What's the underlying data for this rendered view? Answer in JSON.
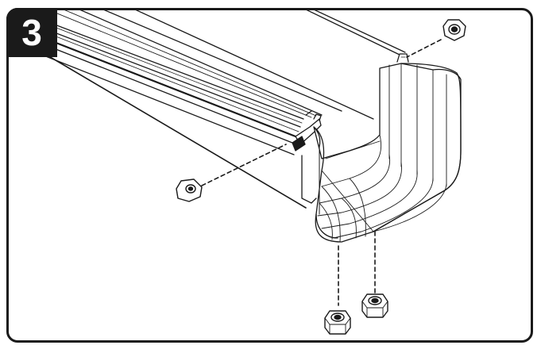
{
  "step": {
    "number": "3"
  },
  "colors": {
    "line": "#1a1a1a",
    "badge_bg": "#1a1a1a",
    "badge_text": "#ffffff",
    "part_fill": "#ffffff"
  },
  "parts": [
    {
      "name": "rail-beam"
    },
    {
      "name": "curved-end-cap"
    },
    {
      "name": "hex-nut",
      "count": 4
    }
  ]
}
